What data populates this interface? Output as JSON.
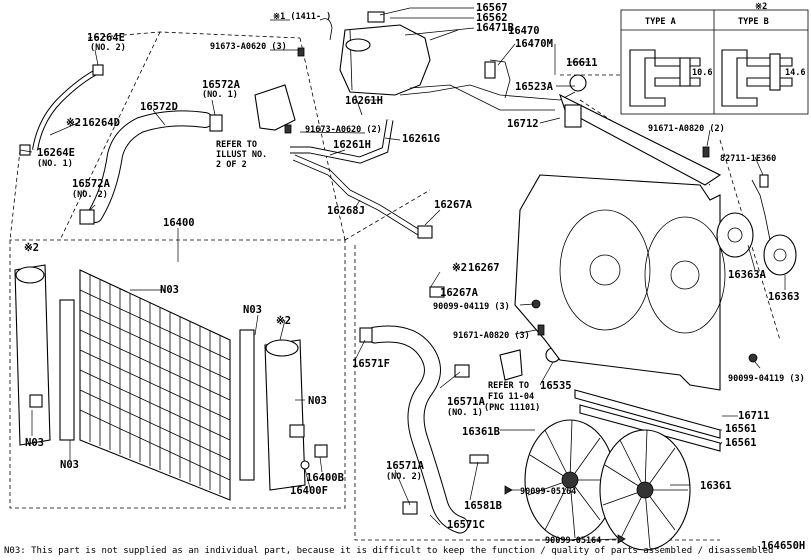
{
  "labels": {
    "p16567": "16567",
    "p16562": "16562",
    "p16471B": "16471B",
    "p16470": "16470",
    "p16470M": "16470M",
    "p16611": "16611",
    "p16523A": "16523A",
    "p16712": "16712",
    "p16261H_top": "16261H",
    "p16261H": "16261H",
    "p16261G": "16261G",
    "p16268J": "16268J",
    "p16267A_top": "16267A",
    "p16267": "16267",
    "p16267A": "16267A",
    "p16264E_top": "16264E",
    "p16264E_bot": "16264E",
    "p16264D": "16264D",
    "p16572A_top": "16572A",
    "p16572A_bot": "16572A",
    "p16572D": "16572D",
    "p16400": "16400",
    "p16400B": "16400B",
    "p16400F": "16400F",
    "p16571F": "16571F",
    "p16571A_mid": "16571A",
    "p16571A_bot": "16571A",
    "p16571C": "16571C",
    "p16581B": "16581B",
    "p16535": "16535",
    "p16361B": "16361B",
    "p16361": "16361",
    "p16561a": "16561",
    "p16561b": "16561",
    "p16711": "16711",
    "p16363A": "16363A",
    "p16363": "16363",
    "b91673a": "91673-A0620 (3)",
    "b91673b": "91673-A0620 (2)",
    "b91671a": "91671-A0820 (2)",
    "b91671b": "91671-A0820 (3)",
    "b82711": "82711-1E360",
    "b90099a": "90099-04119 (3)",
    "b90099b": "90099-04119 (3)",
    "b90099c": "90099-05164",
    "b90099d": "90099-05164",
    "n03": "N03",
    "q_no2": "(NO. 2)",
    "q_no1": "(NO. 1)",
    "ref_illus": [
      "REFER TO",
      "ILLUST NO.",
      "2 OF 2"
    ],
    "ref_fig": [
      "REFER TO",
      "FIG 11-04",
      "(PNC 11101)"
    ],
    "mark2": "※2",
    "mark1_date": "※1 (1411-     )",
    "type_a": "TYPE A",
    "type_b": "TYPE B",
    "dim_a": "10.6",
    "dim_b": "14.6",
    "footnote": "N03: This part is not supplied as an individual part, because it is difficult to keep the function / quality of parts assembled / disassembled",
    "diagram_id": "164650H"
  }
}
